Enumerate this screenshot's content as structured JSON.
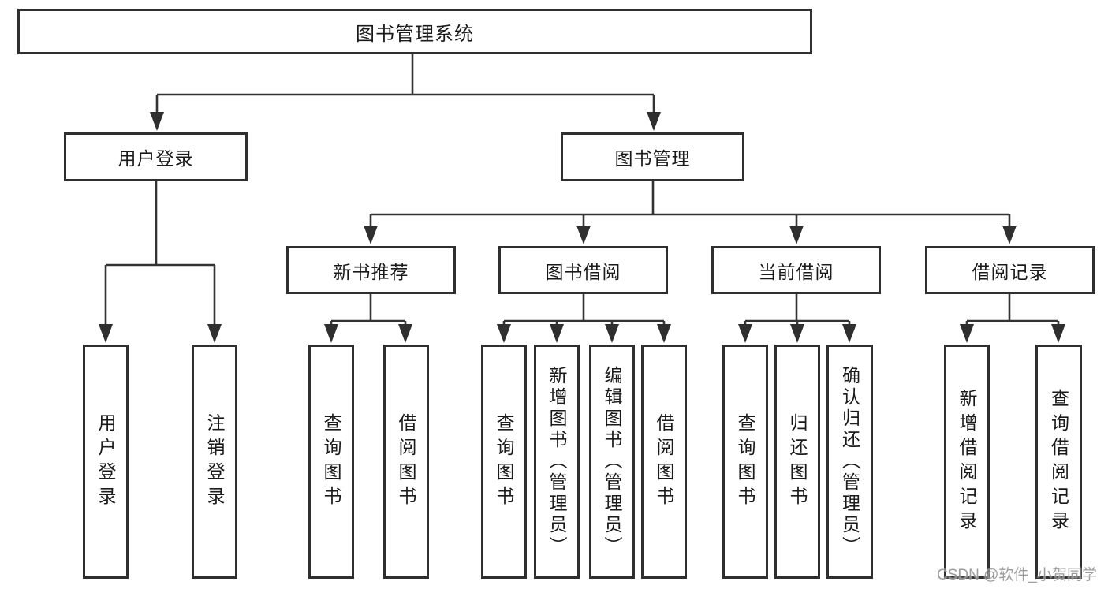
{
  "diagram": {
    "tree": {
      "label": "图书管理系统",
      "children": [
        {
          "label": "用户登录",
          "children": [
            {
              "label": "用户登录"
            },
            {
              "label": "注销登录"
            }
          ]
        },
        {
          "label": "图书管理",
          "children": [
            {
              "label": "新书推荐",
              "children": [
                {
                  "label": "查询图书"
                },
                {
                  "label": "借阅图书"
                }
              ]
            },
            {
              "label": "图书借阅",
              "children": [
                {
                  "label": "查询图书"
                },
                {
                  "label": "新增图书（管理员）"
                },
                {
                  "label": "编辑图书（管理员）"
                },
                {
                  "label": "借阅图书"
                }
              ]
            },
            {
              "label": "当前借阅",
              "children": [
                {
                  "label": "查询图书"
                },
                {
                  "label": "归还图书"
                },
                {
                  "label": "确认归还（管理员）"
                }
              ]
            },
            {
              "label": "借阅记录",
              "children": [
                {
                  "label": "新增借阅记录"
                },
                {
                  "label": "查询借阅记录"
                }
              ]
            }
          ]
        }
      ]
    }
  },
  "watermark": {
    "text": "CSDN @软件_小贺同学"
  },
  "colors": {
    "line": "#333333",
    "box_border": "#2f2f2f",
    "text": "#1a1a1a",
    "watermark": "#8c8c8c",
    "background": "#ffffff"
  }
}
